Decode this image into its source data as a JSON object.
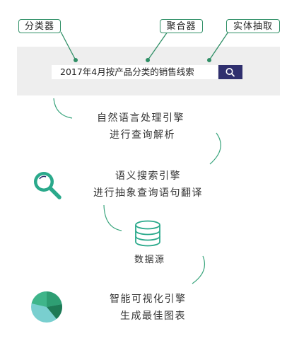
{
  "labels": {
    "classifier": "分类器",
    "aggregator": "聚合器",
    "entity_extraction": "实体抽取"
  },
  "search": {
    "query": "2017年4月按产品分类的销售线索",
    "button_icon": "search-icon"
  },
  "steps": {
    "nlp_title": "自然语言处理引擎",
    "nlp_desc": "进行查询解析",
    "semantic_title": "语义搜索引擎",
    "semantic_desc": "进行抽象查询语句翻译",
    "datasource_label": "数据源",
    "viz_title": "智能可视化引擎",
    "viz_desc": "生成最佳图表"
  },
  "icons": {
    "magnifier": "magnifier-icon",
    "database": "database-icon",
    "pie": "pie-chart-icon"
  },
  "colors": {
    "accent_green": "#2f8f66",
    "connector": "#3aa57d",
    "search_button": "#2f2f6e",
    "panel": "#eeeeee",
    "magnifier_teal": "#2aa98b",
    "pie_light": "#79cfcf",
    "pie_mid": "#2e9e73",
    "pie_dark": "#1d7a55"
  }
}
